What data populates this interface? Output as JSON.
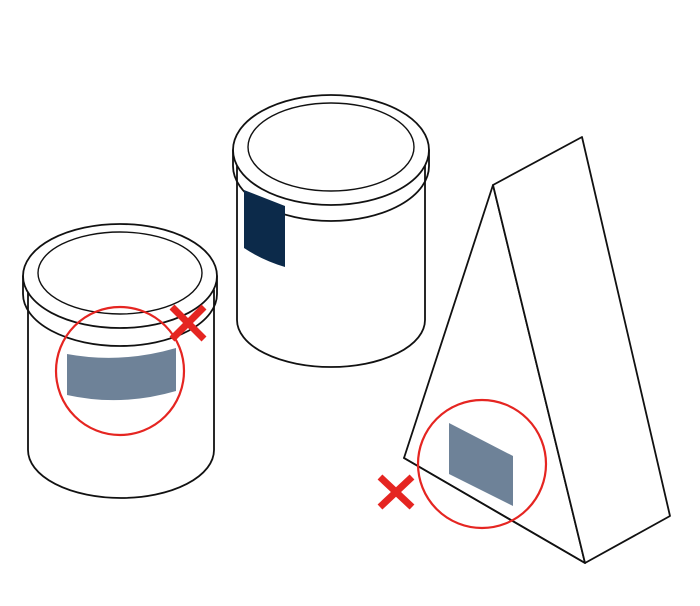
{
  "colors": {
    "background": "#ffffff",
    "outline": "#111111",
    "label_light": "#6e8298",
    "label_dark": "#0c2a4a",
    "highlight_circle": "#e52521",
    "reject_mark": "#e52521"
  },
  "objects": [
    {
      "name": "front-left-canister",
      "label": "light-curved-label",
      "highlighted": true,
      "rejected": true
    },
    {
      "name": "back-canister",
      "label": "dark-vertical-label",
      "highlighted": false,
      "rejected": false
    },
    {
      "name": "triangular-carton",
      "label": "light-side-label",
      "highlighted": true,
      "rejected": true
    }
  ],
  "icons": {
    "reject": "x-mark-icon",
    "highlight": "red-circle-highlight"
  }
}
